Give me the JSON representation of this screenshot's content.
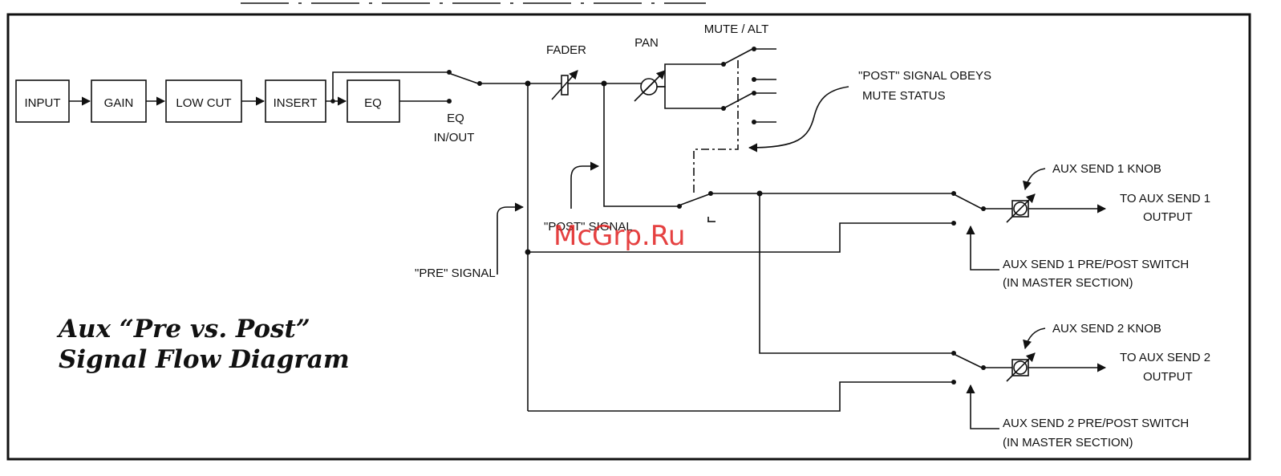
{
  "blocks": {
    "input": "INPUT",
    "gain": "GAIN",
    "low_cut": "LOW CUT",
    "insert": "INSERT",
    "eq": "EQ"
  },
  "labels": {
    "eq_in": "EQ",
    "eq_out": "IN/OUT",
    "fader": "FADER",
    "pan": "PAN",
    "mute_alt": "MUTE / ALT",
    "post_obeys_1": "\"POST\" SIGNAL OBEYS",
    "post_obeys_2": "MUTE STATUS",
    "post_signal": "\"POST\" SIGNAL",
    "pre_signal": "\"PRE\" SIGNAL",
    "aux1_knob": "AUX SEND 1 KNOB",
    "aux1_out_1": "TO AUX SEND 1",
    "aux1_out_2": "OUTPUT",
    "aux1_switch_1": "AUX SEND 1 PRE/POST SWITCH",
    "aux1_switch_2": "(IN MASTER SECTION)",
    "aux2_knob": "AUX SEND 2 KNOB",
    "aux2_out_1": "TO AUX SEND 2",
    "aux2_out_2": "OUTPUT",
    "aux2_switch_1": "AUX SEND 2 PRE/POST SWITCH",
    "aux2_switch_2": "(IN MASTER SECTION)"
  },
  "title": {
    "line1": "Aux “Pre vs. Post”",
    "line2": "Signal Flow Diagram"
  },
  "watermark": "McGrp.Ru"
}
